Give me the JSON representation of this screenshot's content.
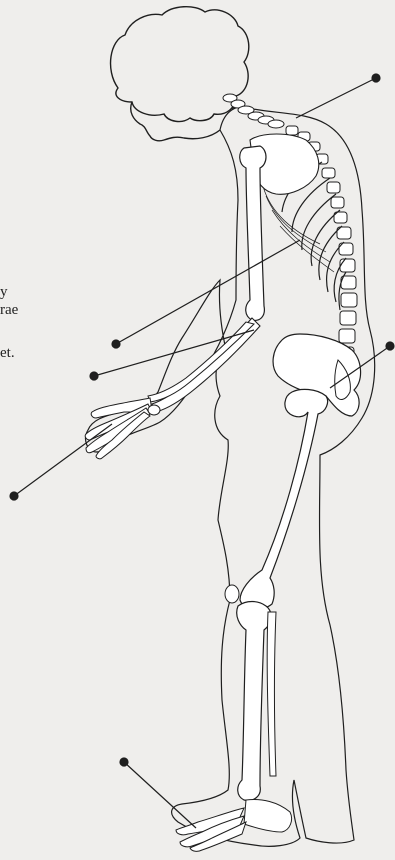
{
  "text_fragments": [
    "y",
    "rae",
    "et."
  ],
  "colors": {
    "background": "#efeeec",
    "ink": "#1f1f1f",
    "bone_fill": "#ffffff",
    "body_fill": "#efeeec"
  },
  "icons": [
    "hair-outline",
    "skeleton-figure",
    "leader-line-dot"
  ]
}
